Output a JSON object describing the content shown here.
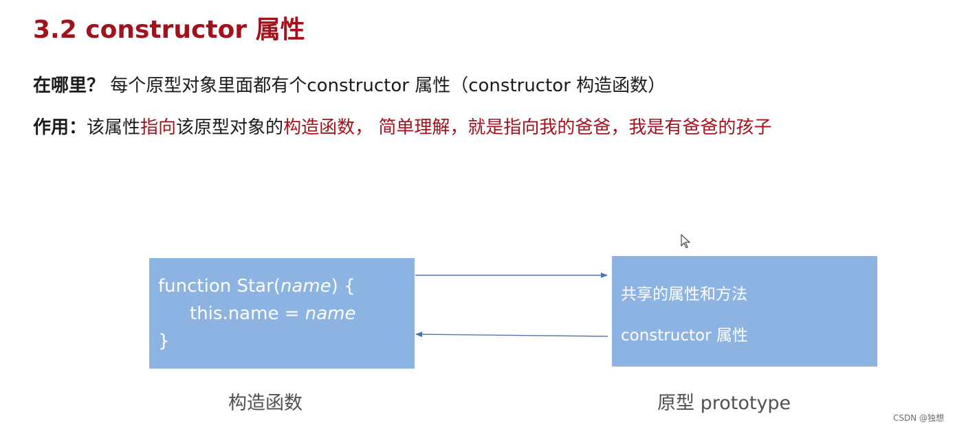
{
  "title": "3.2 constructor 属性",
  "where": {
    "label": "在哪里？",
    "text": " 每个原型对象里面都有个constructor 属性（constructor 构造函数）"
  },
  "use": {
    "label": "作用：",
    "segments": [
      "该属性",
      "指向",
      "该原型对象的",
      "构造函数",
      "， ",
      "简单理解，就是指向我的爸爸，我是有爸爸的孩子"
    ]
  },
  "constructor_box": {
    "line1_a": "function Star(",
    "line1_param": "name",
    "line1_b": ") {",
    "line2_a": "this.name = ",
    "line2_val": "name",
    "line3": "}"
  },
  "prototype_box": {
    "line1": "共享的属性和方法",
    "line2": "constructor 属性"
  },
  "captions": {
    "constructor": "构造函数",
    "prototype": "原型 prototype"
  },
  "colors": {
    "title": "#a3121c",
    "highlight": "#a3121c",
    "box_fill": "#8db3e2",
    "arrow": "#4a77b4"
  },
  "icons": {
    "cursor": "mouse-pointer-icon"
  },
  "watermark": "CSDN @独想"
}
